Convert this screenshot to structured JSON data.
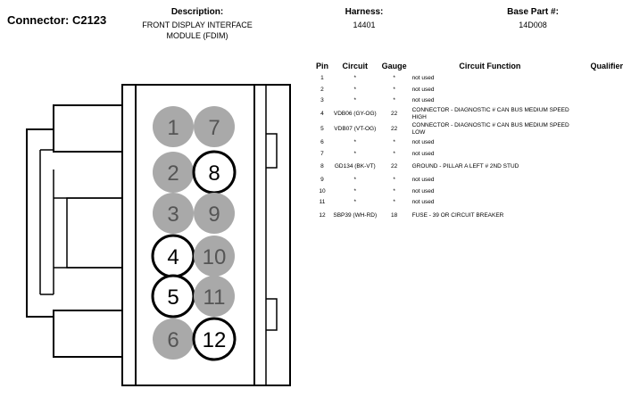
{
  "connector": {
    "label": "Connector: C2123"
  },
  "description": {
    "label": "Description:",
    "value": "FRONT DISPLAY INTERFACE MODULE (FDIM)"
  },
  "harness": {
    "label": "Harness:",
    "value": "14401"
  },
  "base_part": {
    "label": "Base Part #:",
    "value": "14D008"
  },
  "table": {
    "headers": {
      "pin": "Pin",
      "circuit": "Circuit",
      "gauge": "Gauge",
      "function": "Circuit Function",
      "qualifier": "Qualifier"
    },
    "rows": [
      {
        "pin": "1",
        "circuit": "*",
        "gauge": "*",
        "function": "not used"
      },
      {
        "pin": "2",
        "circuit": "*",
        "gauge": "*",
        "function": "not used"
      },
      {
        "pin": "3",
        "circuit": "*",
        "gauge": "*",
        "function": "not used"
      },
      {
        "pin": "4",
        "circuit": "VDB06 (GY-OG)",
        "gauge": "22",
        "function": "CONNECTOR - DIAGNOSTIC # CAN BUS MEDIUM SPEED HIGH"
      },
      {
        "pin": "5",
        "circuit": "VDB07 (VT-OG)",
        "gauge": "22",
        "function": "CONNECTOR - DIAGNOSTIC # CAN BUS MEDIUM SPEED LOW"
      },
      {
        "pin": "6",
        "circuit": "*",
        "gauge": "*",
        "function": "not used"
      },
      {
        "pin": "7",
        "circuit": "*",
        "gauge": "*",
        "function": "not used"
      },
      {
        "pin": "8",
        "circuit": "GD134 (BK-VT)",
        "gauge": "22",
        "function": "GROUND - PILLAR A LEFT # 2ND STUD"
      },
      {
        "pin": "9",
        "circuit": "*",
        "gauge": "*",
        "function": "not used"
      },
      {
        "pin": "10",
        "circuit": "*",
        "gauge": "*",
        "function": "not used"
      },
      {
        "pin": "11",
        "circuit": "*",
        "gauge": "*",
        "function": "not used"
      },
      {
        "pin": "12",
        "circuit": "SBP39 (WH-RD)",
        "gauge": "18",
        "function": "FUSE - 39 OR CIRCUIT BREAKER"
      }
    ]
  },
  "diagram": {
    "pins": [
      {
        "label": "1",
        "status": "unused"
      },
      {
        "label": "7",
        "status": "unused"
      },
      {
        "label": "2",
        "status": "unused"
      },
      {
        "label": "8",
        "status": "used"
      },
      {
        "label": "3",
        "status": "unused"
      },
      {
        "label": "9",
        "status": "unused"
      },
      {
        "label": "4",
        "status": "used"
      },
      {
        "label": "10",
        "status": "unused"
      },
      {
        "label": "5",
        "status": "used"
      },
      {
        "label": "11",
        "status": "unused"
      },
      {
        "label": "6",
        "status": "unused"
      },
      {
        "label": "12",
        "status": "used"
      }
    ]
  },
  "colors": {
    "unused_fill": "#a9a9a9",
    "used_fill": "#ffffff",
    "stroke": "#000000"
  }
}
